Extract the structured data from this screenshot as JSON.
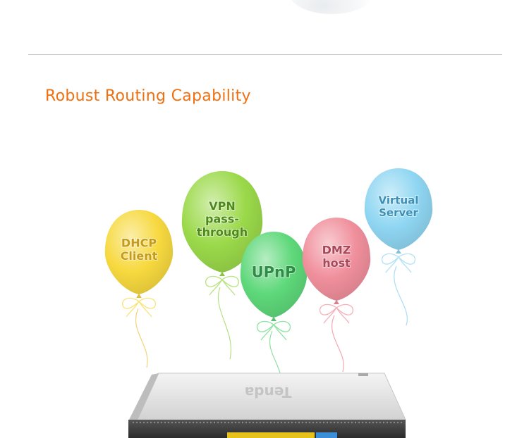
{
  "section": {
    "title": "Robust Routing Capability"
  },
  "device": {
    "brand": "Tenda"
  },
  "balloons": [
    {
      "id": "dhcp",
      "lines": [
        "DHCP",
        "Client"
      ],
      "color": "#f7d93f",
      "text_color": "#c59b1e"
    },
    {
      "id": "vpn",
      "lines": [
        "VPN",
        "pass-",
        "through"
      ],
      "color": "#9bd94a",
      "text_color": "#4d8a1a"
    },
    {
      "id": "upnp",
      "lines": [
        "UPnP"
      ],
      "color": "#5ed87a",
      "text_color": "#2e8c47"
    },
    {
      "id": "dmz",
      "lines": [
        "DMZ",
        "host"
      ],
      "color": "#f08f9c",
      "text_color": "#a9485a"
    },
    {
      "id": "virtual",
      "lines": [
        "Virtual",
        "Server"
      ],
      "color": "#8fd6f2",
      "text_color": "#3c8fb5"
    }
  ],
  "icons": [
    "balloon-icon",
    "ribbon-bow-icon",
    "router-device-icon"
  ]
}
